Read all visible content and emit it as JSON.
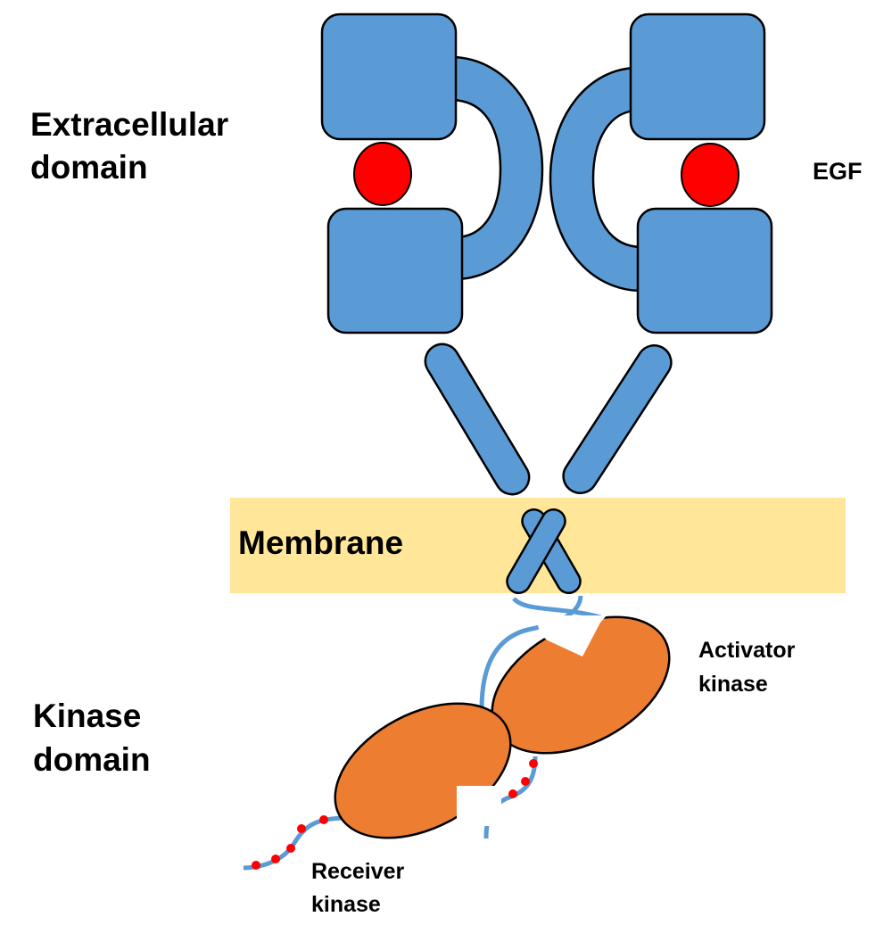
{
  "diagram": {
    "title": "EGF receptor dimerization and kinase activation",
    "labels": {
      "extracellular_line1": "Extracellular",
      "extracellular_line2": "domain",
      "egf": "EGF",
      "membrane": "Membrane",
      "kinase_domain_line1": "Kinase",
      "kinase_domain_line2": "domain",
      "activator_line1": "Activator",
      "activator_line2": "kinase",
      "receiver_line1": "Receiver",
      "receiver_line2": "kinase"
    },
    "components": [
      {
        "name": "receptor-monomer-left",
        "parts": [
          "domain-I",
          "domain-II-arm",
          "domain-III",
          "domain-IV-stalk",
          "transmembrane-helix"
        ]
      },
      {
        "name": "receptor-monomer-right",
        "parts": [
          "domain-I",
          "domain-II-arm",
          "domain-III",
          "domain-IV-stalk",
          "transmembrane-helix"
        ]
      },
      {
        "name": "egf-ligand",
        "count": 2
      },
      {
        "name": "activator-kinase"
      },
      {
        "name": "receiver-kinase"
      },
      {
        "name": "c-terminal-tail",
        "count": 2,
        "phosphorylation_sites_each": 5
      }
    ],
    "colors": {
      "receptor": "#5B9BD5",
      "ligand": "#FF0000",
      "kinase": "#ED7D31",
      "membrane": "#FFE699",
      "phospho_site": "#FF0000",
      "outline": "#000000"
    }
  }
}
